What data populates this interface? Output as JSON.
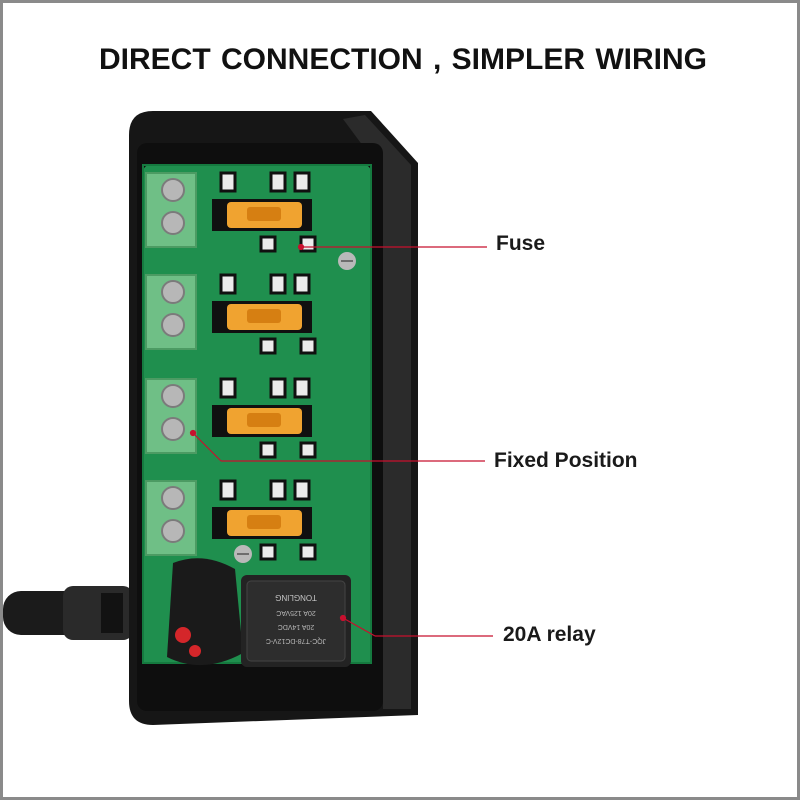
{
  "headline": "DIRECT CONNECTION , SIMPLER WIRING",
  "callouts": {
    "fuse": "Fuse",
    "fixed_position": "Fixed Position",
    "relay": "20A relay"
  },
  "relay_markings": {
    "brand": "TONGLING",
    "model": "JQC-T78-DC12V-C",
    "rating_dc": "20A 14VDC",
    "rating_ac": "20A 125VAC"
  },
  "colors": {
    "pcb_green": "#1f8f4e",
    "housing_black": "#161616",
    "fuse_amber": "#f0a330",
    "terminal_green": "#6fbf86",
    "leader_line": "#c8102e"
  },
  "fuse_block_count": 4
}
